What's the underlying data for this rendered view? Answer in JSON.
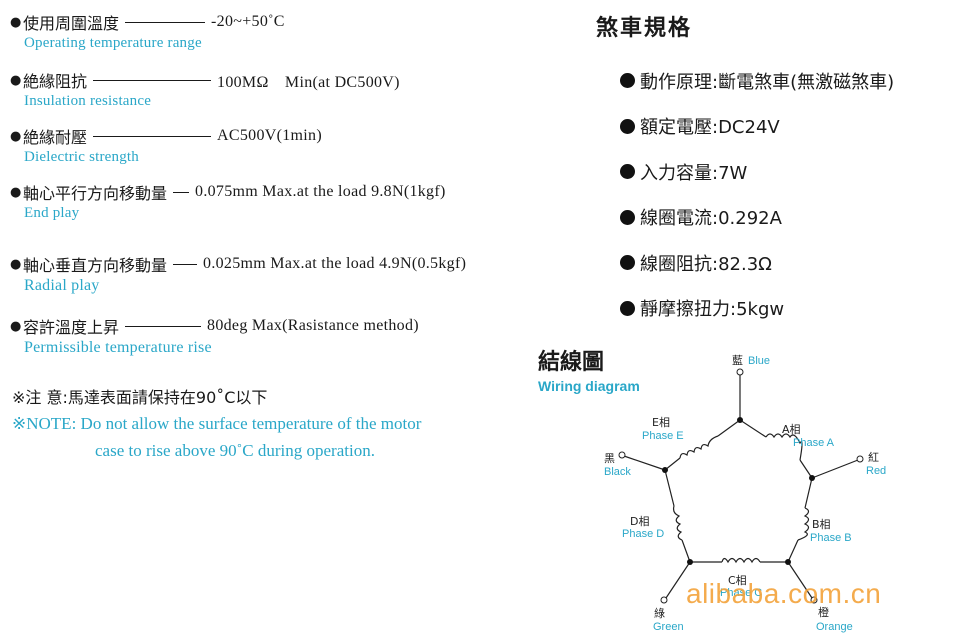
{
  "specs": [
    {
      "zh": "使用周圍溫度",
      "value": "-20~+50˚C",
      "en": "Operating temperature range"
    },
    {
      "zh": "絶緣阻抗",
      "value": "100MΩ　Min(at DC500V)",
      "en": "Insulation resistance"
    },
    {
      "zh": "絶緣耐壓",
      "value": "AC500V(1min)",
      "en": "Dielectric strength"
    },
    {
      "zh": "軸心平行方向移動量",
      "value": "0.075mm Max.at the load 9.8N(1kgf)",
      "en": "End play"
    },
    {
      "zh": "軸心垂直方向移動量",
      "value": "0.025mm Max.at the load 4.9N(0.5kgf)",
      "en": "Radial play"
    },
    {
      "zh": "容許溫度上昇",
      "value": "80deg Max(Rasistance method)",
      "en": "Permissible temperature rise"
    }
  ],
  "note": {
    "zh": "※注 意:馬達表面請保持在90˚C以下",
    "en_line1": "※NOTE: Do not allow the surface temperature of the motor",
    "en_line2": "case to rise above 90˚C during operation."
  },
  "brake": {
    "title": "煞車規格",
    "items": [
      "動作原理:斷電煞車(無激磁煞車)",
      "額定電壓:DC24V",
      "入力容量:7W",
      "線圈電流:0.292A",
      "線圈阻抗:82.3Ω",
      "靜摩擦扭力:5kgw"
    ]
  },
  "wiring": {
    "title": "結線圖",
    "subtitle": "Wiring diagram",
    "terminals": [
      {
        "zh": "藍",
        "en": "Blue"
      },
      {
        "zh": "紅",
        "en": "Red"
      },
      {
        "zh": "橙",
        "en": "Orange"
      },
      {
        "zh": "綠",
        "en": "Green"
      },
      {
        "zh": "黑",
        "en": "Black"
      }
    ],
    "phases": [
      {
        "zh": "A相",
        "en": "Phase A"
      },
      {
        "zh": "B相",
        "en": "Phase B"
      },
      {
        "zh": "C相",
        "en": "Phase C"
      },
      {
        "zh": "D相",
        "en": "Phase D"
      },
      {
        "zh": "E相",
        "en": "Phase E"
      }
    ]
  },
  "watermark": "alibaba.com.cn",
  "colors": {
    "accent": "#2aa7c8",
    "text": "#1a1a1a",
    "watermark": "#f3a33a"
  }
}
